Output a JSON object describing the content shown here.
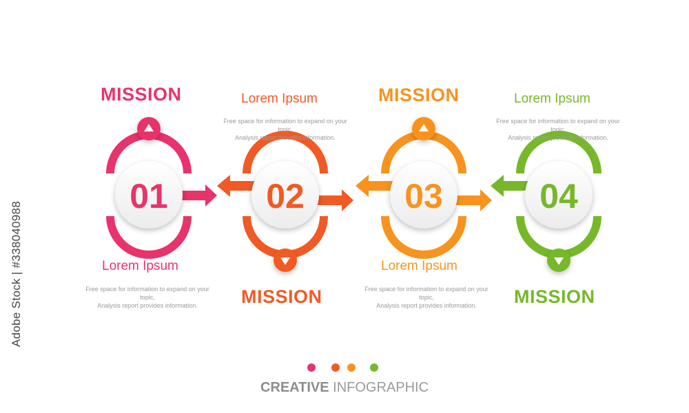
{
  "colors": {
    "step1": "#e8336b",
    "step2": "#f15a24",
    "step3": "#f7931e",
    "step4": "#76b82a",
    "footer_text": "#9a9a9a"
  },
  "steps": [
    {
      "number": "01",
      "title": "MISSION",
      "subtitle": "Lorem Ipsum",
      "desc1": "Free space for information to expand on your topic,",
      "desc2": "Analysis report provides information.",
      "marker_icon": "triangle-up-icon"
    },
    {
      "number": "02",
      "title": "MISSION",
      "subtitle": "Lorem Ipsum",
      "desc1": "Free space for information to expand on your topic,",
      "desc2": "Analysis report provides information.",
      "marker_icon": "triangle-down-icon"
    },
    {
      "number": "03",
      "title": "MISSION",
      "subtitle": "Lorem Ipsum",
      "desc1": "Free space for information to expand on your topic,",
      "desc2": "Analysis report provides information.",
      "marker_icon": "triangle-up-icon"
    },
    {
      "number": "04",
      "title": "MISSION",
      "subtitle": "Lorem Ipsum",
      "desc1": "Free space for information to expand on your topic,",
      "desc2": "Analysis report provides information.",
      "marker_icon": "triangle-down-icon"
    }
  ],
  "footer": {
    "bold": "CREATIVE",
    "light": "INFOGRAPHIC"
  },
  "stamp": "Adobe Stock | #338040988"
}
